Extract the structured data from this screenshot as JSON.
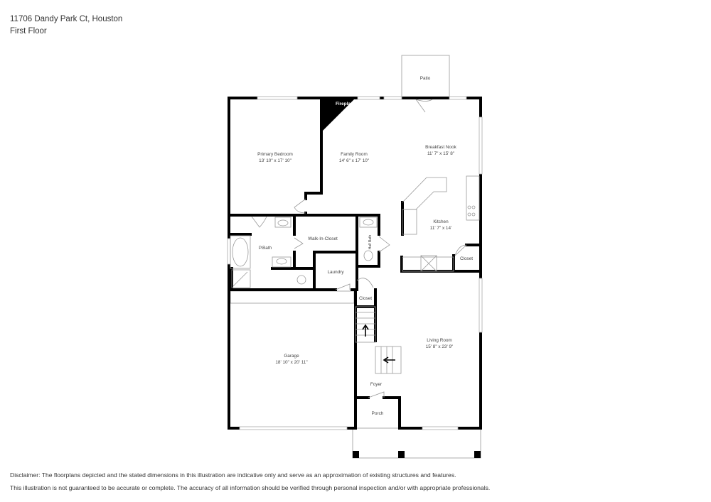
{
  "header": {
    "address": "11706 Dandy Park Ct, Houston",
    "floor": "First Floor"
  },
  "rooms": {
    "patio": {
      "name": "Patio"
    },
    "fireplace": {
      "name": "Fireplace"
    },
    "primary_bedroom": {
      "name": "Primary Bedroom",
      "dims": "13' 10\" x 17' 10\""
    },
    "family_room": {
      "name": "Family Room",
      "dims": "14' 6\" x 17' 10\""
    },
    "breakfast_nook": {
      "name": "Breakfast Nook",
      "dims": "11' 7\" x 15' 8\""
    },
    "kitchen": {
      "name": "Kitchen",
      "dims": "11' 7\" x 14'"
    },
    "kitchen_closet": {
      "name": "Closet"
    },
    "p_bath": {
      "name": "P.Bath"
    },
    "walk_in_closet": {
      "name": "Walk-In-Closet"
    },
    "half_bath": {
      "name": "Half Bath"
    },
    "laundry": {
      "name": "Laundry"
    },
    "hall_closet": {
      "name": "Closet"
    },
    "garage": {
      "name": "Garage",
      "dims": "18' 10\" x 20' 11\""
    },
    "living_room": {
      "name": "Living Room",
      "dims": "15' 8\" x 23' 9\""
    },
    "foyer": {
      "name": "Foyer"
    },
    "porch": {
      "name": "Porch"
    }
  },
  "disclaimer": {
    "line1": "Disclaimer: The floorplans depicted and the stated dimensions in this illustration are indicative only and serve as an approximation of existing structures and features.",
    "line2": "This illustration is not guaranteed to be accurate or complete. The accuracy of all information should be verified through personal inspection and/or with appropriate professionals."
  }
}
